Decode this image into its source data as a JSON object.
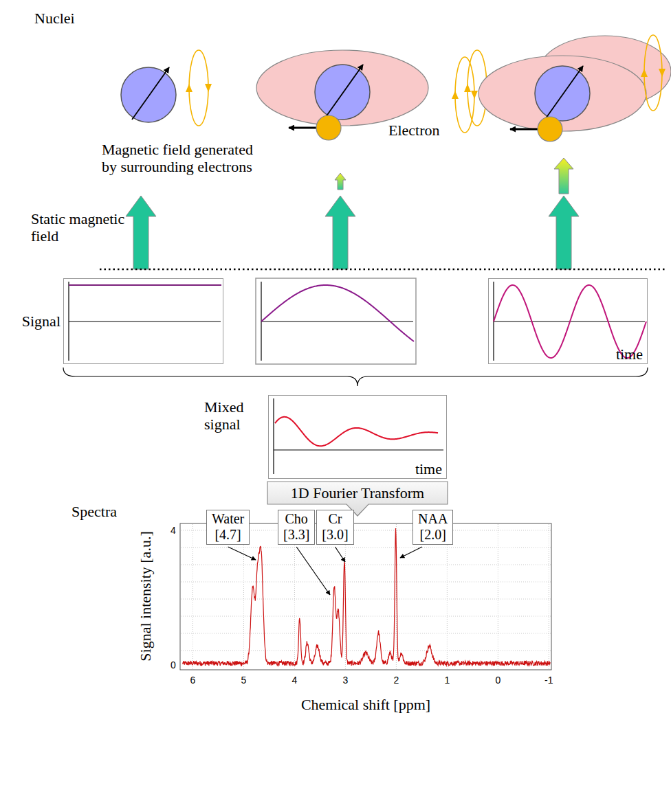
{
  "diagram": {
    "nodes": [
      {
        "text": [
          "Signal"
        ]
      },
      {
        "text": [
          "time"
        ]
      },
      {
        "text": [
          "Mixed signal",
          "time"
        ]
      },
      {
        "text": [
          "1D Fourier Transform"
        ]
      },
      {
        "text": [
          "Water",
          "[4.7]"
        ]
      },
      {
        "text": [
          "Cho",
          "[3.3]"
        ]
      },
      {
        "text": [
          "Cr",
          "[3.0]"
        ]
      },
      {
        "text": [
          "NAA",
          "[2.0]"
        ]
      }
    ],
    "labels": [
      "Nuclei",
      "Electron",
      "Magnetic field generated by surrounding electrons",
      "Static magnetic field",
      "Spectra",
      "Signal intensity [a.u.]",
      "Chemical shift [ppm]",
      "4",
      "0",
      "6",
      "5",
      "4",
      "3",
      "2",
      "1",
      "0",
      "-1"
    ]
  }
}
